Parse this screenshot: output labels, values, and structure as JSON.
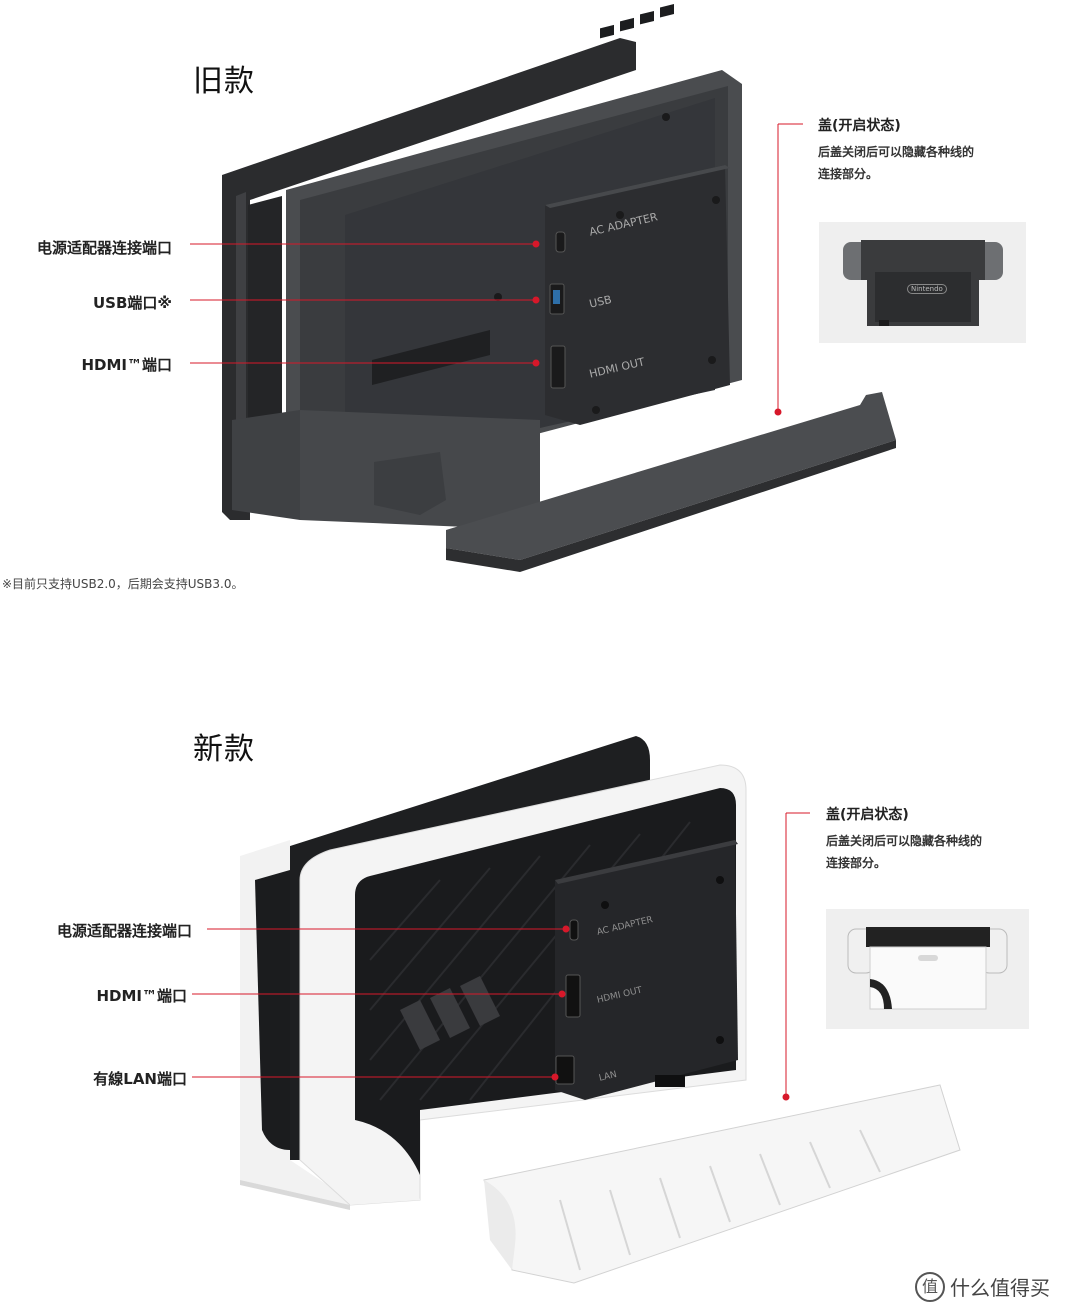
{
  "old_section": {
    "title": "旧款",
    "labels": [
      "电源适配器连接端口",
      "USB端口※",
      "HDMI™端口"
    ],
    "callout_title": "盖(开启状态)",
    "callout_desc_lines": [
      "后盖关闭后可以隐藏各种线的",
      "连接部分。"
    ],
    "port_text": [
      "AC ADAPTER",
      "USB",
      "HDMI OUT"
    ],
    "footnote": "※目前只支持USB2.0，后期会支持USB3.0。",
    "thumb_logo": "Nintendo"
  },
  "new_section": {
    "title": "新款",
    "labels": [
      "电源适配器连接端口",
      "HDMI™端口",
      "有線LAN端口"
    ],
    "callout_title": "盖(开启状态)",
    "callout_desc_lines": [
      "后盖关闭后可以隐藏各种线的",
      "连接部分。"
    ],
    "port_text": [
      "AC ADAPTER",
      "HDMI OUT",
      "LAN"
    ]
  },
  "watermark": {
    "text": "什么值得买",
    "icon": "smzdm-logo-icon"
  },
  "colors": {
    "accent_red": "#d7182a",
    "dock_dark": "#3b3d40",
    "dock_white": "#f3f3f3"
  }
}
